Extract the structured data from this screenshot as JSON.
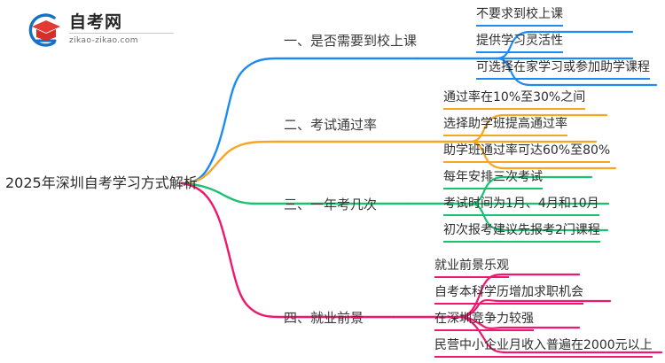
{
  "logo": {
    "name": "自考网",
    "domain": "zikao-zikao.com",
    "mark": "graduation-cap-icon"
  },
  "mindmap": {
    "type": "mindmap",
    "root": "2025年深圳自考学习方式解析",
    "colors": {
      "branch1": "#1E8BF5",
      "branch2": "#F5A623",
      "branch3": "#18C271",
      "branch4": "#EF176E",
      "text": "#2e2e2e",
      "background": "#ffffff"
    },
    "branches": [
      {
        "id": "branch1",
        "label": "一、是否需要到校上课",
        "color": "#1E8BF5",
        "children": [
          "不要求到校上课",
          "提供学习灵活性",
          "可选择在家学习或参加助学课程"
        ]
      },
      {
        "id": "branch2",
        "label": "二、考试通过率",
        "color": "#F5A623",
        "children": [
          "通过率在10%至30%之间",
          "选择助学班提高通过率",
          "助学班通过率可达60%至80%"
        ]
      },
      {
        "id": "branch3",
        "label": "三、一年考几次",
        "color": "#18C271",
        "children": [
          "每年安排三次考试",
          "考试时间为1月、4月和10月",
          "初次报考建议先报考2门课程"
        ]
      },
      {
        "id": "branch4",
        "label": "四、就业前景",
        "color": "#EF176E",
        "children": [
          "就业前景乐观",
          "自考本科学历增加求职机会",
          "在深圳竞争力较强",
          "民营中小企业月收入普遍在2000元以上"
        ]
      }
    ]
  }
}
